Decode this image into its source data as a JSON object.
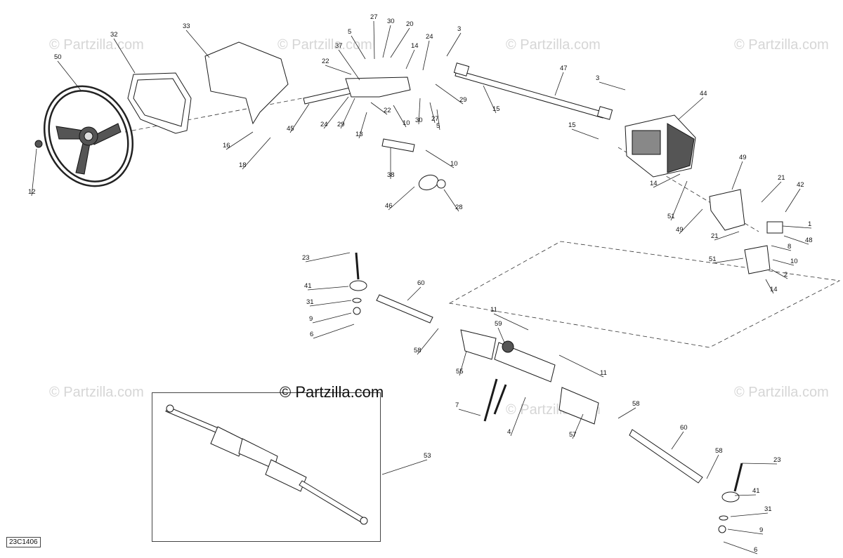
{
  "diagram": {
    "code": "23C1406",
    "copyright_text": "© Partzilla.com",
    "watermark_text": "© Partzilla.com",
    "callouts": [
      {
        "id": "c50",
        "text": "50"
      },
      {
        "id": "c32",
        "text": "32"
      },
      {
        "id": "c33",
        "text": "33"
      },
      {
        "id": "c12",
        "text": "12"
      },
      {
        "id": "c16",
        "text": "16"
      },
      {
        "id": "c18",
        "text": "18"
      },
      {
        "id": "c45",
        "text": "45"
      },
      {
        "id": "c37",
        "text": "37"
      },
      {
        "id": "c22a",
        "text": "22"
      },
      {
        "id": "c24a",
        "text": "24"
      },
      {
        "id": "c29a",
        "text": "29"
      },
      {
        "id": "c13",
        "text": "13"
      },
      {
        "id": "c22b",
        "text": "22"
      },
      {
        "id": "c10a",
        "text": "10"
      },
      {
        "id": "c38",
        "text": "38"
      },
      {
        "id": "c10b",
        "text": "10"
      },
      {
        "id": "c46",
        "text": "46"
      },
      {
        "id": "c28",
        "text": "28"
      },
      {
        "id": "c5a",
        "text": "5"
      },
      {
        "id": "c27a",
        "text": "27"
      },
      {
        "id": "c30a",
        "text": "30"
      },
      {
        "id": "c20",
        "text": "20"
      },
      {
        "id": "c14a",
        "text": "14"
      },
      {
        "id": "c24b",
        "text": "24"
      },
      {
        "id": "c3a",
        "text": "3"
      },
      {
        "id": "c29b",
        "text": "29"
      },
      {
        "id": "c30b",
        "text": "30"
      },
      {
        "id": "c27b",
        "text": "27"
      },
      {
        "id": "c5b",
        "text": "5"
      },
      {
        "id": "c15a",
        "text": "15"
      },
      {
        "id": "c47",
        "text": "47"
      },
      {
        "id": "c3b",
        "text": "3"
      },
      {
        "id": "c15b",
        "text": "15"
      },
      {
        "id": "c44",
        "text": "44"
      },
      {
        "id": "c49a",
        "text": "49"
      },
      {
        "id": "c14b",
        "text": "14"
      },
      {
        "id": "c51a",
        "text": "51"
      },
      {
        "id": "c49b",
        "text": "49"
      },
      {
        "id": "c21a",
        "text": "21"
      },
      {
        "id": "c42",
        "text": "42"
      },
      {
        "id": "c1",
        "text": "1"
      },
      {
        "id": "c21b",
        "text": "21"
      },
      {
        "id": "c48",
        "text": "48"
      },
      {
        "id": "c8",
        "text": "8"
      },
      {
        "id": "c51b",
        "text": "51"
      },
      {
        "id": "c10c",
        "text": "10"
      },
      {
        "id": "c2",
        "text": "2"
      },
      {
        "id": "c14c",
        "text": "14"
      },
      {
        "id": "c23a",
        "text": "23"
      },
      {
        "id": "c41a",
        "text": "41"
      },
      {
        "id": "c31a",
        "text": "31"
      },
      {
        "id": "c9a",
        "text": "9"
      },
      {
        "id": "c6a",
        "text": "6"
      },
      {
        "id": "c60a",
        "text": "60"
      },
      {
        "id": "c58a",
        "text": "58"
      },
      {
        "id": "c11a",
        "text": "11"
      },
      {
        "id": "c59",
        "text": "59"
      },
      {
        "id": "c55",
        "text": "55"
      },
      {
        "id": "c11b",
        "text": "11"
      },
      {
        "id": "c7",
        "text": "7"
      },
      {
        "id": "c4",
        "text": "4"
      },
      {
        "id": "c57",
        "text": "57"
      },
      {
        "id": "c58b",
        "text": "58"
      },
      {
        "id": "c60b",
        "text": "60"
      },
      {
        "id": "c58c",
        "text": "58"
      },
      {
        "id": "c23b",
        "text": "23"
      },
      {
        "id": "c41b",
        "text": "41"
      },
      {
        "id": "c31b",
        "text": "31"
      },
      {
        "id": "c9b",
        "text": "9"
      },
      {
        "id": "c6b",
        "text": "6"
      },
      {
        "id": "c53",
        "text": "53"
      }
    ]
  }
}
